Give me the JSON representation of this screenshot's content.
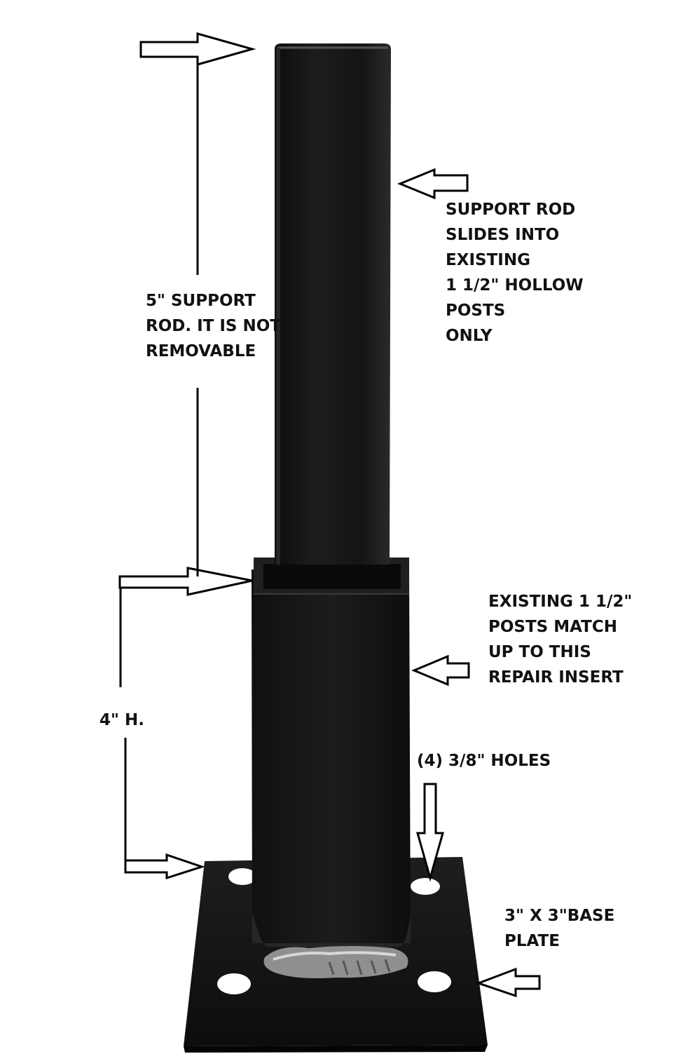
{
  "colors": {
    "background": "#ffffff",
    "metal": "#161616",
    "metal_highlight": "#3a3a3a",
    "weld": "#9a9a9a",
    "annotation": "#111111"
  },
  "labels": {
    "support_rod_length": [
      "5\" SUPPORT",
      "ROD. IT IS NOT",
      "REMOVABLE"
    ],
    "support_rod_fit": [
      "SUPPORT ROD",
      "SLIDES INTO",
      "EXISTING",
      "1 1/2\" HOLLOW",
      "POSTS",
      "ONLY"
    ],
    "insert_match": [
      "EXISTING 1 1/2\"",
      "POSTS MATCH",
      "UP TO THIS",
      "REPAIR INSERT"
    ],
    "insert_height": "4\" H.",
    "holes": "(4) 3/8\" HOLES",
    "base_plate": [
      "3\" X 3\"BASE",
      "PLATE"
    ]
  }
}
